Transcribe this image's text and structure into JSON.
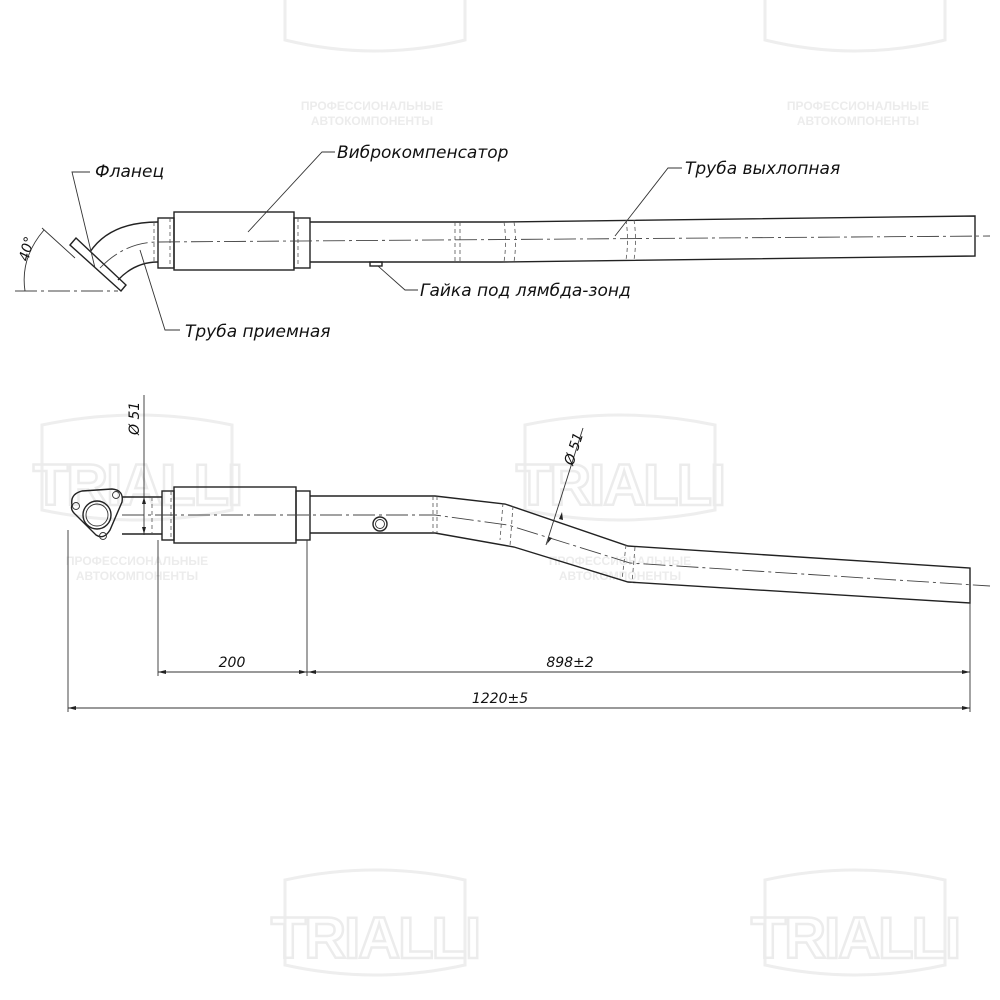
{
  "watermark": {
    "brand": "TRIALLI",
    "subtitle_line1": "ПРОФЕССИОНАЛЬНЫЕ",
    "subtitle_line2": "АВТОКОМПОНЕНТЫ"
  },
  "top_view": {
    "labels": {
      "flange": "Фланец",
      "vibration_compensator": "Виброкомпенсатор",
      "exhaust_pipe": "Труба выхлопная",
      "lambda_nut": "Гайка под лямбда-зонд",
      "intake_pipe": "Труба приемная"
    },
    "angle": "40°"
  },
  "side_view": {
    "diameter_left": "Ø 51",
    "diameter_right": "Ø 51"
  },
  "dimensions": {
    "segment_1": "200",
    "segment_2": "898±2",
    "overall": "1220±5"
  }
}
